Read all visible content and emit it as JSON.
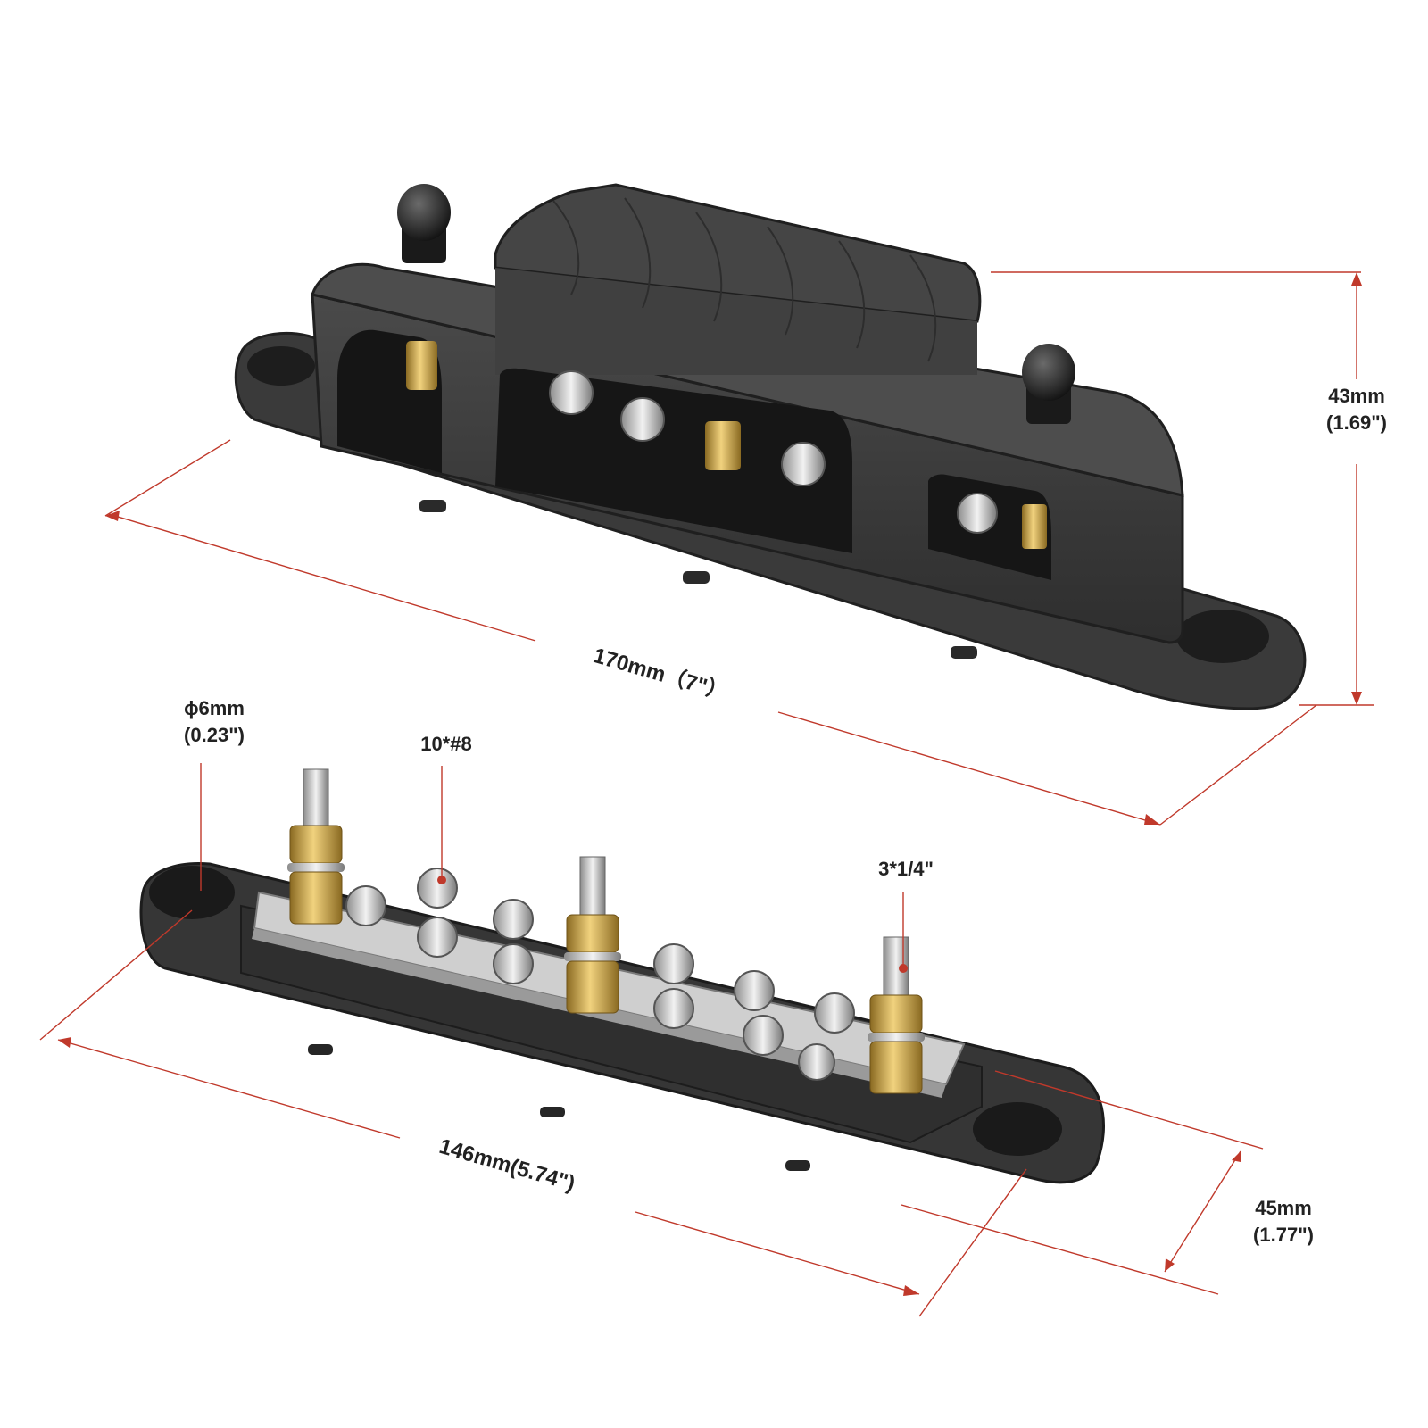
{
  "image": {
    "subject": "bus bar with cover and bus bar without cover"
  },
  "colors": {
    "body": "#3b3b3b",
    "body_dark": "#262626",
    "dim_line": "#c0392b",
    "text": "#222222",
    "brass": "#c9a24a",
    "steel": "#d9d9d9",
    "background": "#ffffff"
  },
  "dimensions": {
    "length_covered": "170mm（7\"）",
    "height_line1": "43mm",
    "height_line2": "(1.69\")",
    "hole_line1": "ϕ6mm",
    "hole_line2": "(0.23\")",
    "small_screws": "10*#8",
    "studs": "3*1/4\"",
    "length_base": "146mm(5.74\")",
    "width_line1": "45mm",
    "width_line2": "(1.77\")"
  }
}
